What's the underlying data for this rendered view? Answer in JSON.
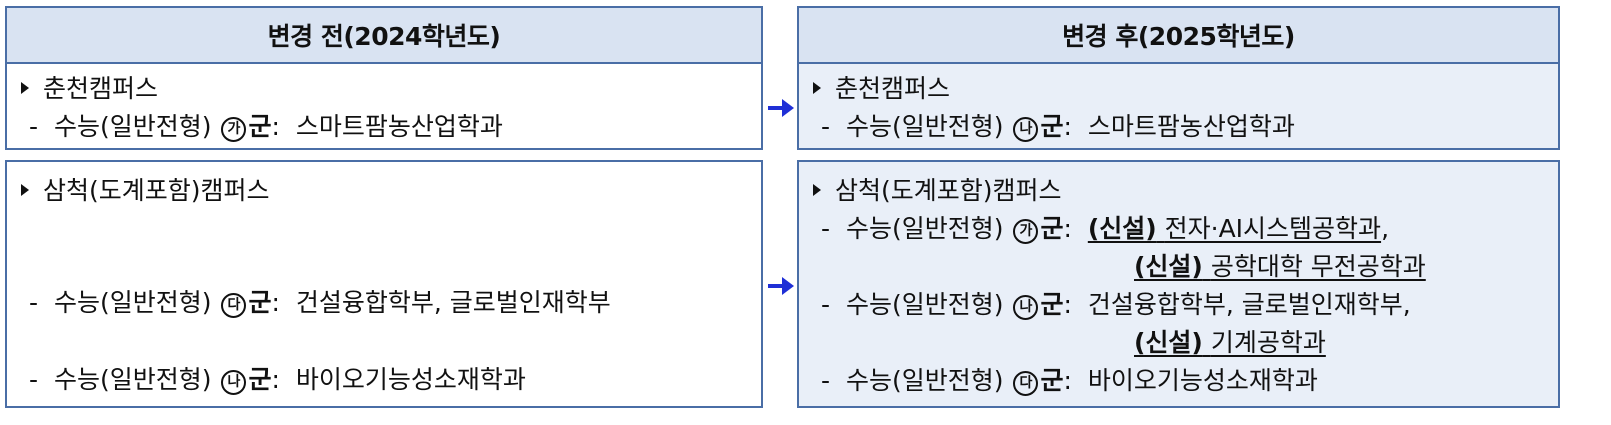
{
  "headers": {
    "before": "변경 전(2024학년도)",
    "after": "변경 후(2025학년도)"
  },
  "chuncheon": {
    "before": {
      "campus": "춘천캠퍼스",
      "dash": "-",
      "type": "수능(일반전형)",
      "group": "가",
      "gun": "군",
      "colon": ":",
      "dept": "스마트팜농산업학과"
    },
    "after": {
      "campus": "춘천캠퍼스",
      "dash": "-",
      "type": "수능(일반전형)",
      "group": "나",
      "gun": "군",
      "colon": ":",
      "dept": "스마트팜농산업학과"
    }
  },
  "samcheok": {
    "before": {
      "campus": "삼척(도계포함)캠퍼스",
      "rows": [
        {
          "dash": "-",
          "type": "수능(일반전형)",
          "group": "다",
          "gun": "군",
          "colon": ":",
          "dept": "건설융합학부, 글로벌인재학부"
        },
        {
          "dash": "-",
          "type": "수능(일반전형)",
          "group": "나",
          "gun": "군",
          "colon": ":",
          "dept": "바이오기능성소재학과"
        }
      ]
    },
    "after": {
      "campus": "삼척(도계포함)캠퍼스",
      "row_ga": {
        "dash": "-",
        "type": "수능(일반전형)",
        "group": "가",
        "gun": "군",
        "colon": ":",
        "tag": "(신설)",
        "dept": "전자·AI시스템공학과",
        "comma": ","
      },
      "row_ga_cont": {
        "tag": "(신설)",
        "dept": "공학대학 무전공학과"
      },
      "row_na": {
        "dash": "-",
        "type": "수능(일반전형)",
        "group": "나",
        "gun": "군",
        "colon": ":",
        "dept": "건설융합학부, 글로벌인재학부,"
      },
      "row_na_cont": {
        "tag": "(신설)",
        "dept": "기계공학과"
      },
      "row_da": {
        "dash": "-",
        "type": "수능(일반전형)",
        "group": "다",
        "gun": "군",
        "colon": ":",
        "dept": "바이오기능성소재학과"
      }
    }
  },
  "colors": {
    "border": "#4a6ea6",
    "header_bg": "#d9e3f2",
    "after_bg": "#e9eff8",
    "arrow": "#1f2fd6"
  }
}
